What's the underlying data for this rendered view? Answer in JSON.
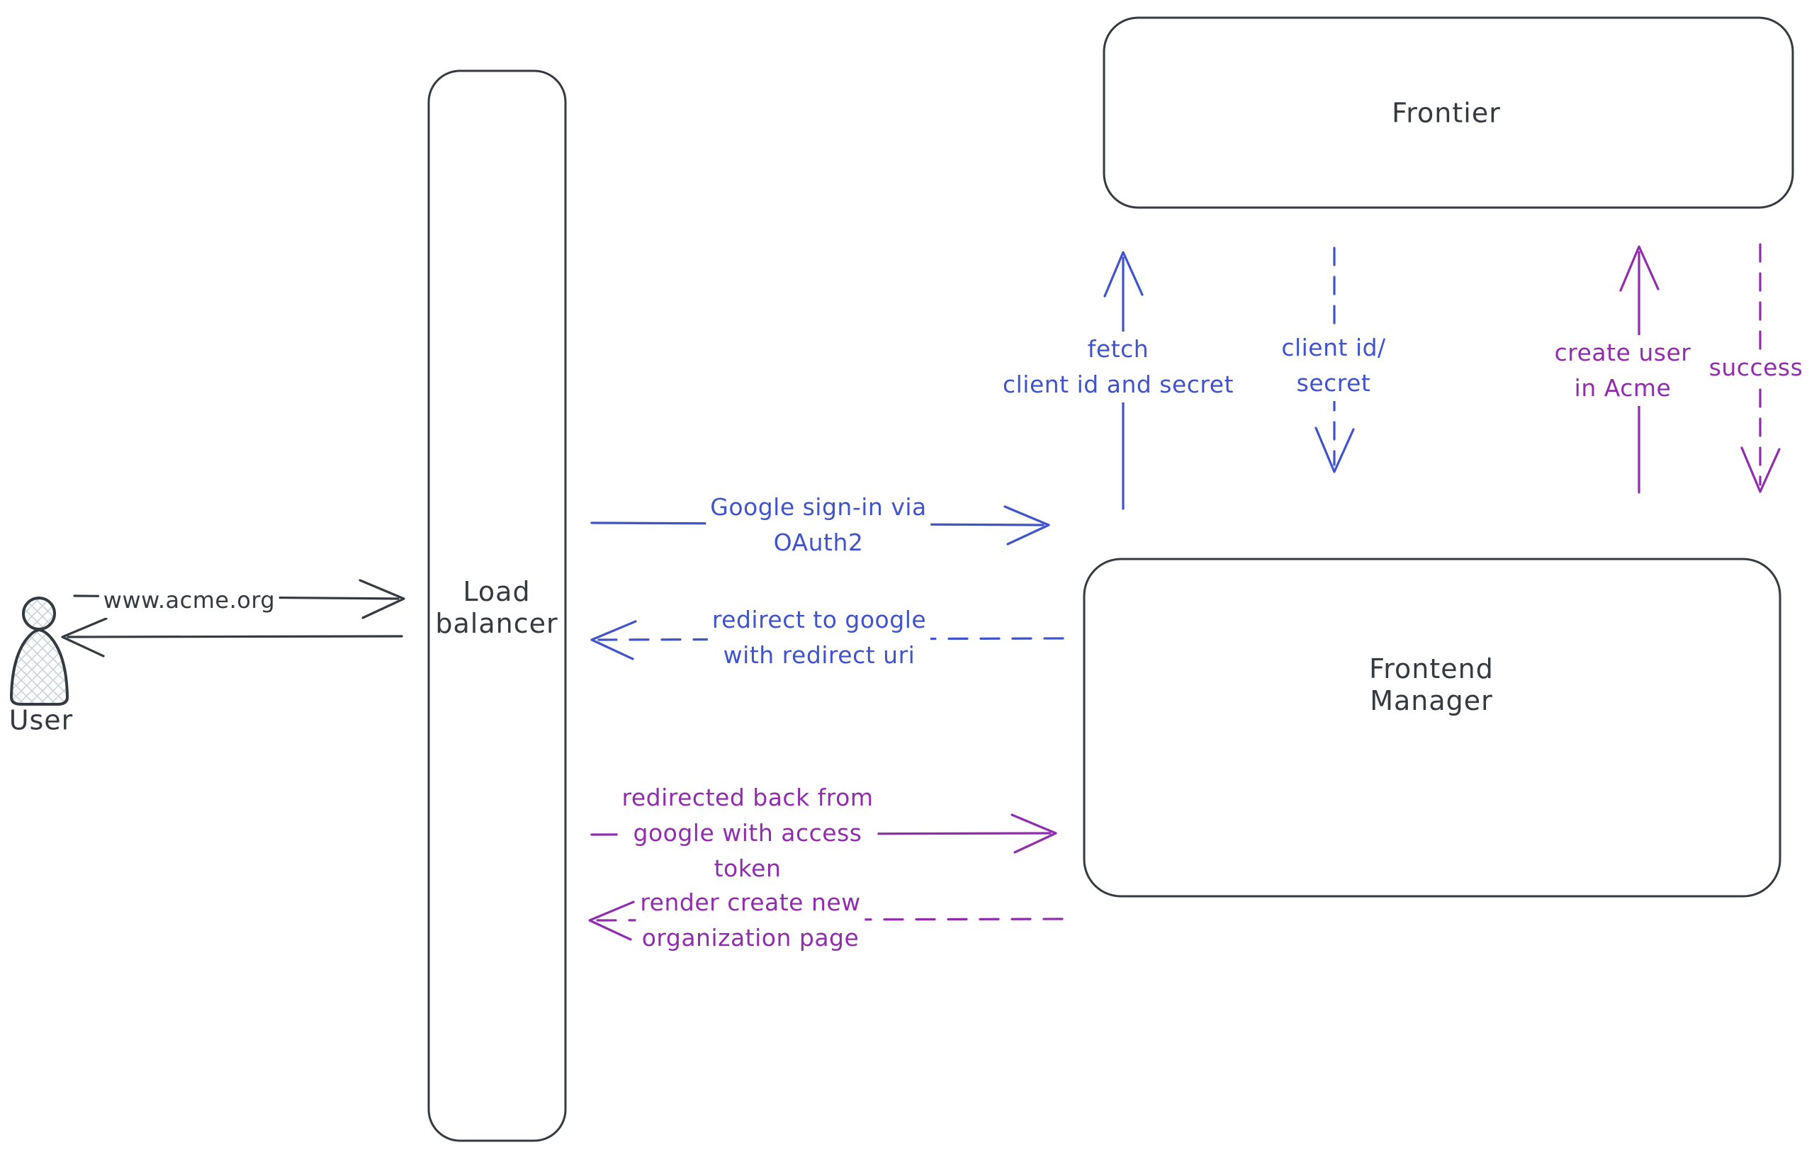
{
  "palette": {
    "ink": "#343a40",
    "blue": "#4053c9",
    "purple": "#8f2dab",
    "hatch": "#c9d2dc"
  },
  "nodes": {
    "user": {
      "label": "User"
    },
    "load_balancer": {
      "line1": "Load",
      "line2": "balancer"
    },
    "frontier": {
      "label": "Frontier"
    },
    "frontend_manager": {
      "line1": "Frontend",
      "line2": "Manager"
    }
  },
  "arrows": {
    "www_request": {
      "label": "www.acme.org"
    },
    "google_signin": {
      "line1": "Google sign-in via",
      "line2": "OAuth2"
    },
    "redirect_to_google": {
      "line1": "redirect to google",
      "line2": "with redirect uri"
    },
    "fetch_client_secret": {
      "line1": "fetch",
      "line2": "client id and secret"
    },
    "client_id_secret": {
      "line1": "client id/",
      "line2": "secret"
    },
    "create_user": {
      "line1": "create user",
      "line2": "in Acme"
    },
    "success": {
      "label": "success"
    },
    "redirected_back": {
      "line1": "redirected back from",
      "line2": "google with access",
      "line3": "token"
    },
    "render_org_page": {
      "line1": "render create new",
      "line2": "organization page"
    }
  }
}
